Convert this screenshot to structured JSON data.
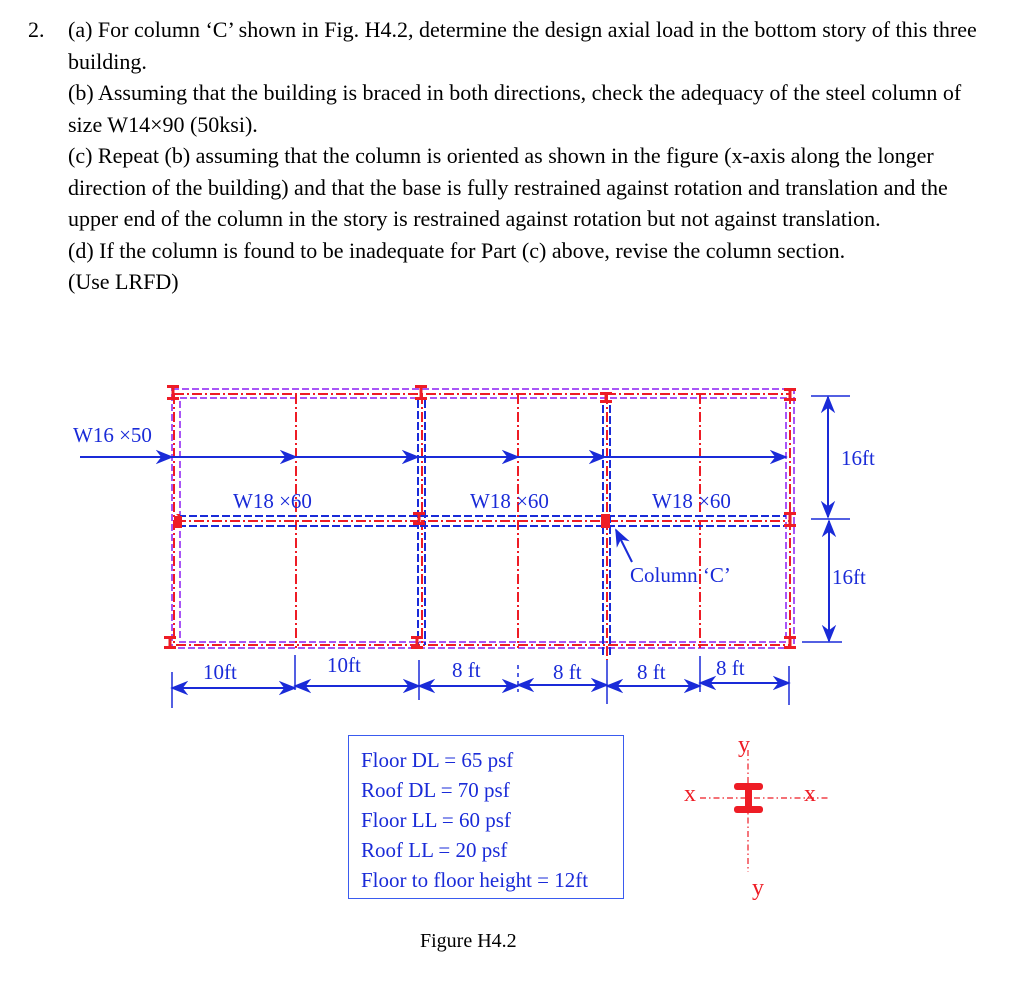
{
  "problem": {
    "number": "2.",
    "parts": [
      "(a) For column ‘C’ shown in Fig. H4.2, determine the design axial load in the bottom story of this three building.",
      "(b) Assuming that the building is braced in both directions, check the adequacy of the steel column of size W14×90 (50ksi).",
      "(c) Repeat (b) assuming that the column is oriented as shown in the figure (x-axis along the longer direction of the building) and that the base is fully restrained against rotation and translation and the upper end of the column in the story is restrained against rotation but not against translation.",
      "(d) If the column is found to be inadequate for Part (c) above, revise the column section.",
      "(Use LRFD)"
    ]
  },
  "figure": {
    "caption": "Figure H4.2",
    "beam_labels": {
      "girder": "W16 ×50",
      "beam_1": "W18 ×60",
      "beam_2": "W18 ×60",
      "beam_3": "W18 ×60"
    },
    "column_label": "Column  ‘C’",
    "dimensions": {
      "horizontal": [
        "10ft",
        "10ft",
        "8 ft",
        "8 ft",
        "8 ft",
        "8 ft"
      ],
      "vertical": [
        "16ft",
        "16ft"
      ]
    },
    "loads": [
      "Floor DL = 65 psf",
      "Roof DL = 70 psf",
      "Floor LL = 60 psf",
      "Roof LL = 20 psf",
      "Floor to floor height  = 12ft"
    ],
    "axes": {
      "x_left": "x",
      "x_right": "x",
      "y_top": "y",
      "y_bottom": "y"
    },
    "colors": {
      "blue": "#1a2bd8",
      "red": "#ee1c25",
      "purple": "#a855f7"
    }
  }
}
